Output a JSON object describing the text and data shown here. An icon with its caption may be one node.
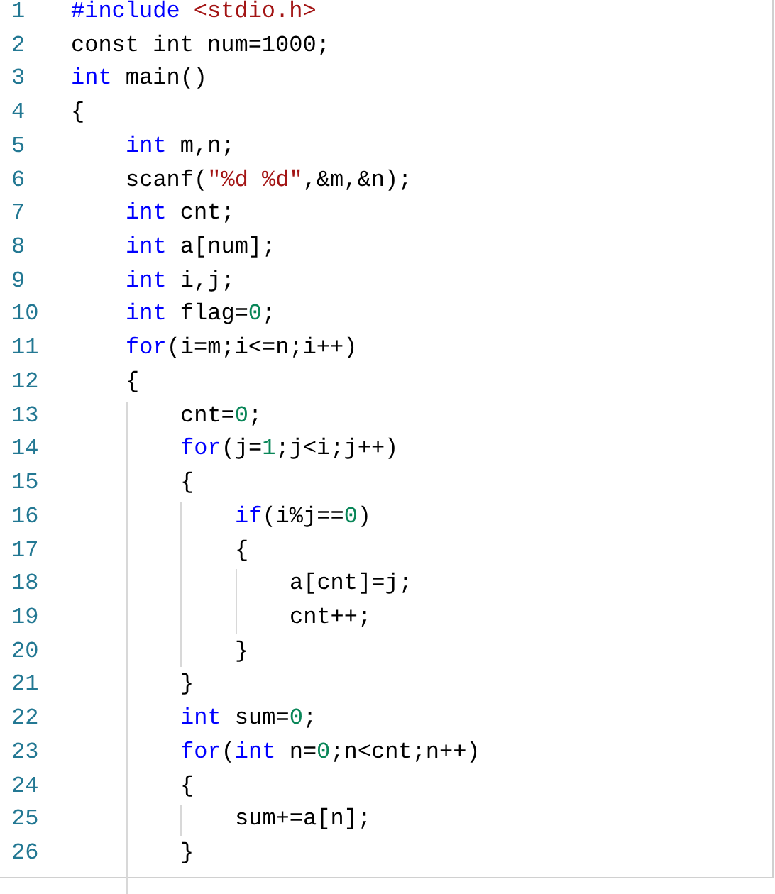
{
  "diagram": {
    "labels": [
      "1",
      "#include <stdio.h>",
      "2",
      "const int num=1000;",
      "3",
      "int main()",
      "4",
      "{",
      "5",
      "int m,n;",
      "6",
      "scanf(\"%d %d\",&m,&n);",
      "7",
      "int cnt;",
      "8",
      "int a[num];",
      "9",
      "int i,j;",
      "10",
      "int flag=0;",
      "11",
      "for(i=m;i<=n;i++)",
      "12",
      "{",
      "13",
      "cnt=0;",
      "14",
      "for(j=1;j<i;j++)",
      "15",
      "{",
      "16",
      "if(i%j==0)",
      "17",
      "{",
      "18",
      "a[cnt]=j;",
      "19",
      "cnt++;",
      "20",
      "}",
      "21",
      "}",
      "22",
      "int sum=0;",
      "23",
      "for(int n=0;n<cnt;n++)",
      "24",
      "{",
      "25",
      "sum+=a[n];",
      "26",
      "}"
    ]
  }
}
